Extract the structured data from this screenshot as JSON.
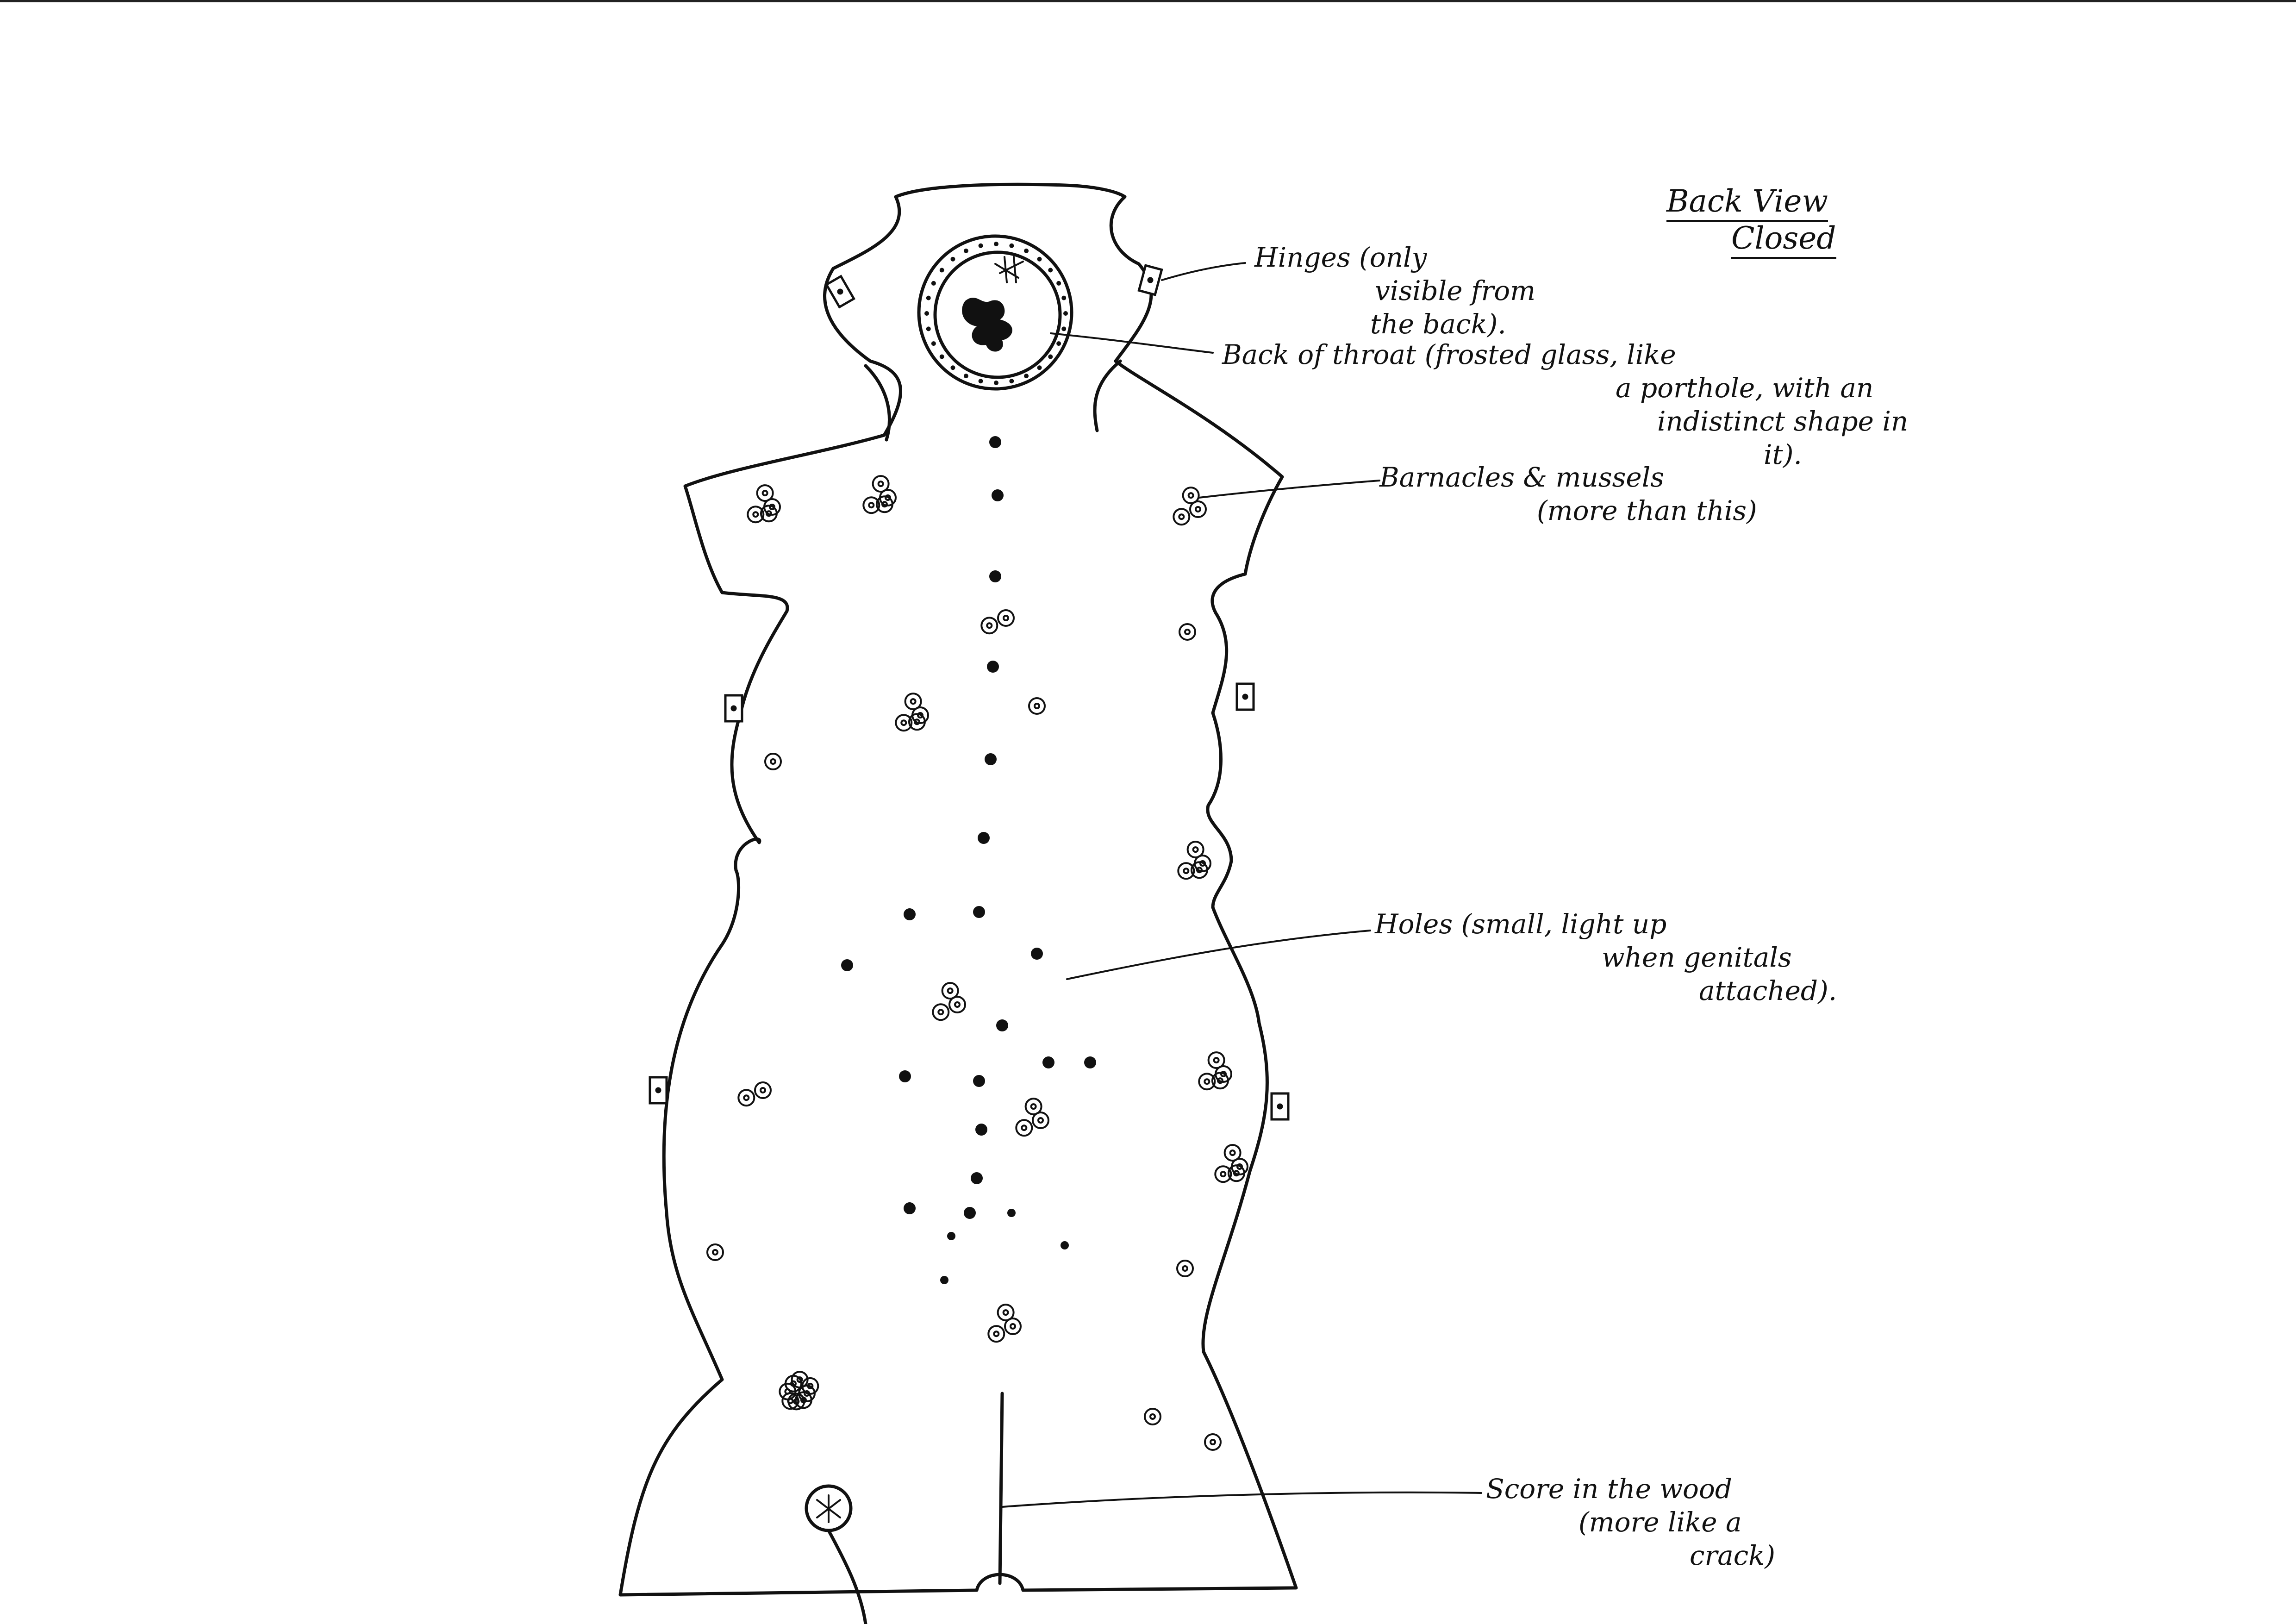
{
  "title": {
    "line1": "Back View",
    "line2": "Closed"
  },
  "annotations": {
    "hinges": [
      "Hinges (only",
      "visible from",
      "the back)."
    ],
    "throat": [
      "Back of throat (frosted glass, like",
      "a porthole, with an",
      "indistinct shape in",
      "it)."
    ],
    "barnacles": [
      "Barnacles & mussels",
      "(more than this)"
    ],
    "holes": [
      "Holes (small, light up",
      "when genitals",
      "attached)."
    ],
    "score": [
      "Score in the wood",
      "(more like a",
      "crack)"
    ]
  },
  "colors": {
    "ink": "#111111",
    "paper": "#ffffff"
  }
}
